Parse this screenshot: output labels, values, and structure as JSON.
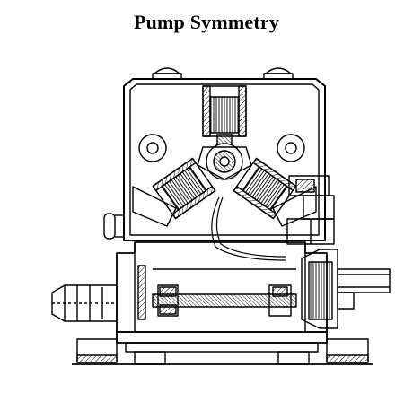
{
  "figure": {
    "title": "Pump Symmetry"
  },
  "colors": {
    "line": "#000000",
    "background": "#ffffff",
    "hatch": "#000000"
  },
  "parts": [
    "housing",
    "top-motor-chamber",
    "left-motor-chamber",
    "right-motor-chamber",
    "center-hub",
    "hose-barb-inlet",
    "outlet-fitting",
    "base-plate",
    "feet"
  ]
}
